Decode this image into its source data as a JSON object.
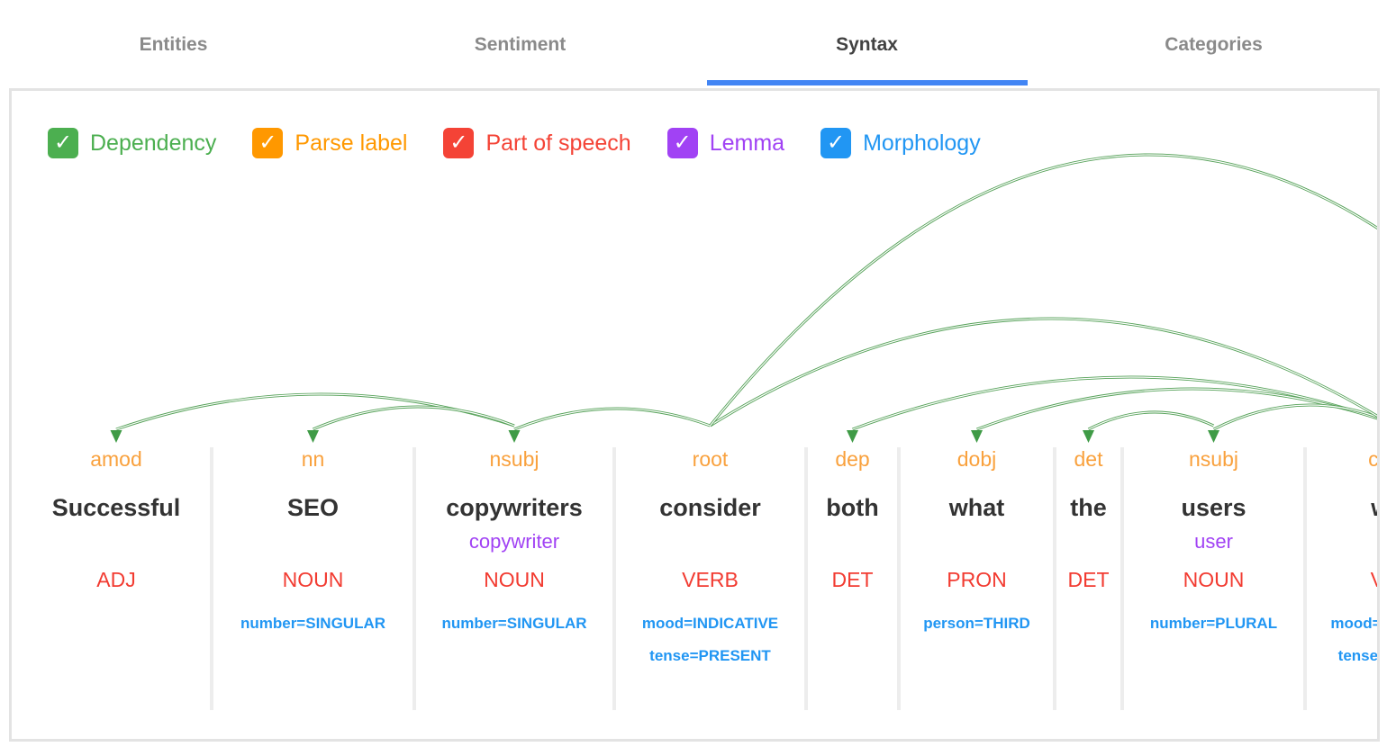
{
  "tabs": {
    "items": [
      {
        "label": "Entities",
        "active": false
      },
      {
        "label": "Sentiment",
        "active": false
      },
      {
        "label": "Syntax",
        "active": true
      },
      {
        "label": "Categories",
        "active": false
      }
    ]
  },
  "legend": {
    "items": [
      {
        "label": "Dependency",
        "color": "#4CAF50",
        "checked": true
      },
      {
        "label": "Parse label",
        "color": "#FF9800",
        "checked": true
      },
      {
        "label": "Part of speech",
        "color": "#F44336",
        "checked": true
      },
      {
        "label": "Lemma",
        "color": "#A142F4",
        "checked": true
      },
      {
        "label": "Morphology",
        "color": "#2196F3",
        "checked": true
      }
    ]
  },
  "syntax": {
    "sentence_visible": "Successful SEO copywriters consider both what the users w",
    "tokens": [
      {
        "parse_label": "amod",
        "word": "Successful",
        "lemma": "",
        "pos": "ADJ",
        "morphology": []
      },
      {
        "parse_label": "nn",
        "word": "SEO",
        "lemma": "",
        "pos": "NOUN",
        "morphology": [
          "number=SINGULAR"
        ]
      },
      {
        "parse_label": "nsubj",
        "word": "copywriters",
        "lemma": "copywriter",
        "pos": "NOUN",
        "morphology": [
          "number=SINGULAR"
        ]
      },
      {
        "parse_label": "root",
        "word": "consider",
        "lemma": "",
        "pos": "VERB",
        "morphology": [
          "mood=INDICATIVE",
          "tense=PRESENT"
        ]
      },
      {
        "parse_label": "dep",
        "word": "both",
        "lemma": "",
        "pos": "DET",
        "morphology": []
      },
      {
        "parse_label": "dobj",
        "word": "what",
        "lemma": "",
        "pos": "PRON",
        "morphology": [
          "person=THIRD"
        ]
      },
      {
        "parse_label": "det",
        "word": "the",
        "lemma": "",
        "pos": "DET",
        "morphology": []
      },
      {
        "parse_label": "nsubj",
        "word": "users",
        "lemma": "user",
        "pos": "NOUN",
        "morphology": [
          "number=PLURAL"
        ]
      },
      {
        "parse_label": "ccomp",
        "word": "want",
        "lemma": "",
        "pos": "VERB",
        "morphology": [
          "mood=INDICATIVE",
          "tense=PRESENT"
        ],
        "clipped_by_right_edge": true
      }
    ],
    "dependencies": [
      {
        "head": 2,
        "dependent": 0,
        "label": "amod"
      },
      {
        "head": 2,
        "dependent": 1,
        "label": "nn"
      },
      {
        "head": 3,
        "dependent": 2,
        "label": "nsubj"
      },
      {
        "head": 8,
        "dependent": 4,
        "label": "dep"
      },
      {
        "head": 8,
        "dependent": 5,
        "label": "dobj"
      },
      {
        "head": 7,
        "dependent": 6,
        "label": "det"
      },
      {
        "head": 8,
        "dependent": 7,
        "label": "nsubj"
      },
      {
        "head": 3,
        "dependent": 8,
        "label": "ccomp"
      },
      {
        "head": 3,
        "dependent": "offscreen-right",
        "label": ""
      }
    ],
    "colors": {
      "arc_green": "#55A158",
      "arrowhead_green": "#3F9B46",
      "parse_label_orange": "#F9A13D",
      "word_black": "#333333",
      "lemma_purple": "#A142F4",
      "pos_red": "#F23B31",
      "morphology_blue": "#2196F3",
      "tab_underline_blue": "#4285F4",
      "tab_active_gray": "#424242",
      "tab_inactive_gray": "#8A8A8A",
      "card_border_gray": "#E3E3E3",
      "separator_gray": "#EDEDED"
    }
  }
}
